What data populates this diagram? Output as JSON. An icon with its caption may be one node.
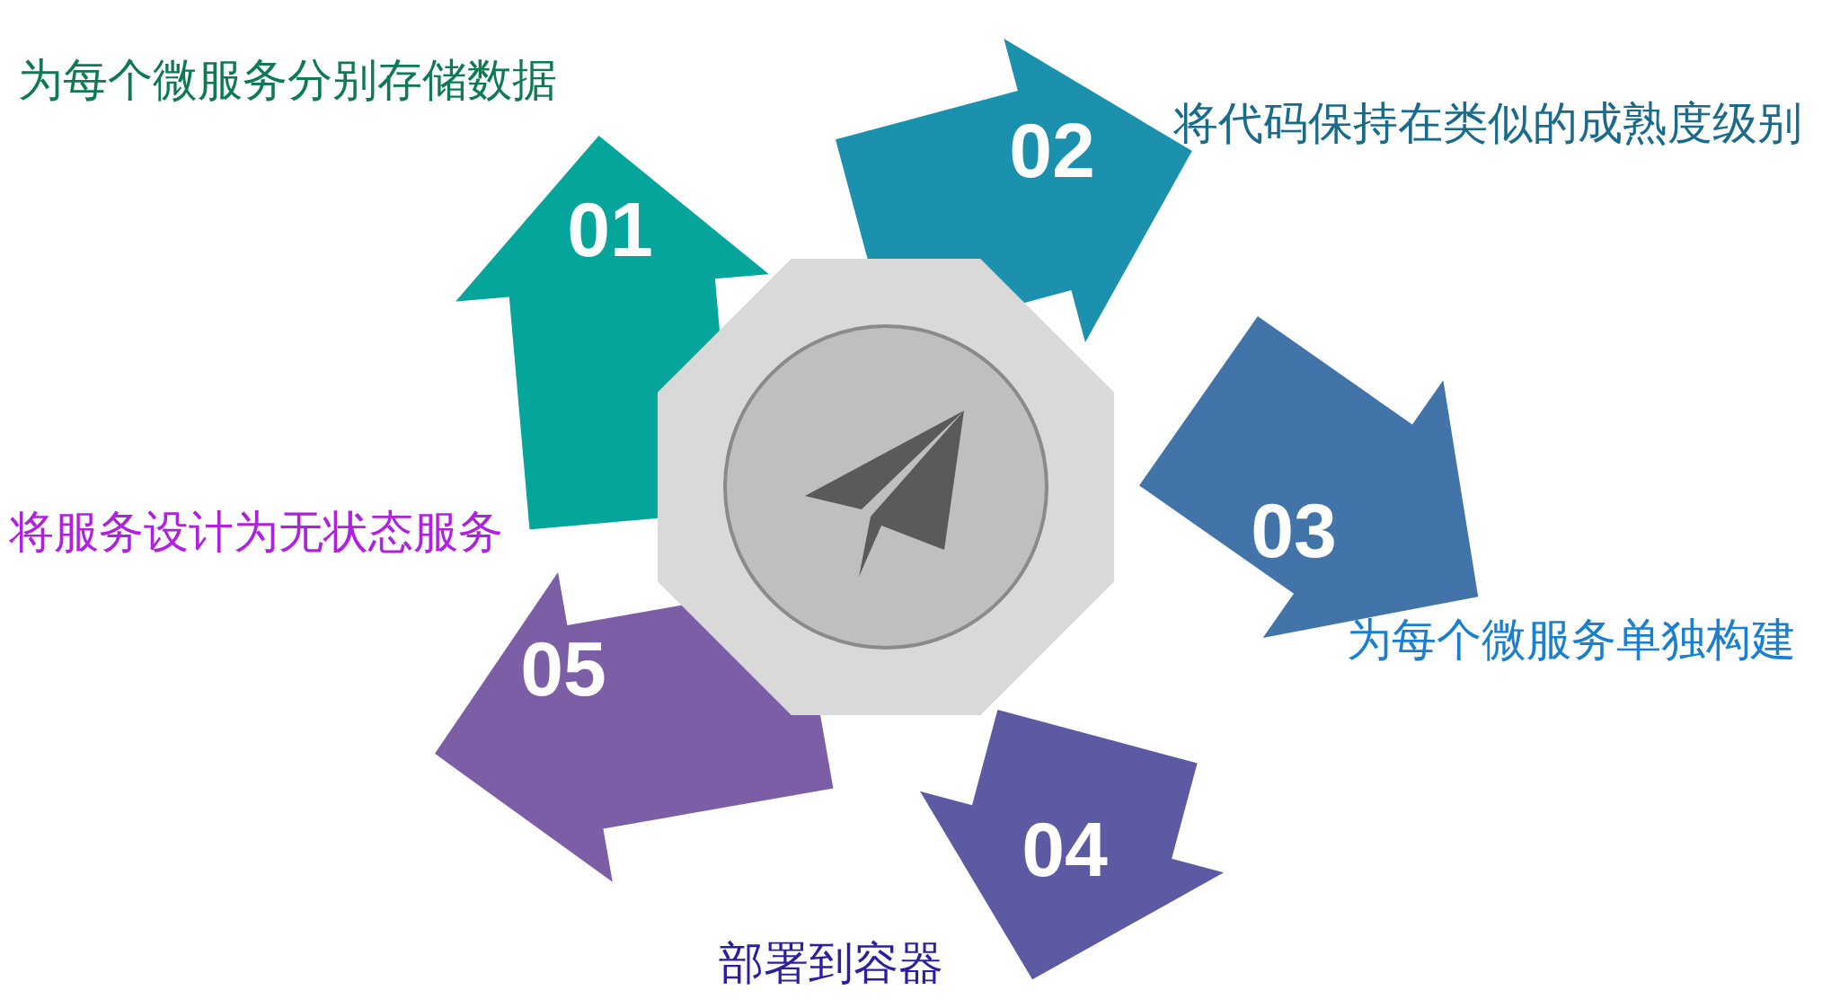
{
  "diagram": {
    "nodes": [
      {
        "text": [],
        "shape": "octagon"
      },
      {
        "text": [
          "01"
        ],
        "beside": [
          "为每个微服务分别存储数据"
        ]
      },
      {
        "text": [
          "02"
        ],
        "beside": [
          "将代码保持在类似的成熟度级别"
        ]
      },
      {
        "text": [
          "03"
        ],
        "beside": [
          "为每个微服务单独构建"
        ]
      },
      {
        "text": [
          "04"
        ],
        "beside": [
          "部署到容器"
        ]
      },
      {
        "text": [
          "05"
        ],
        "beside": [
          "将服务设计为无状态服务"
        ]
      }
    ]
  }
}
